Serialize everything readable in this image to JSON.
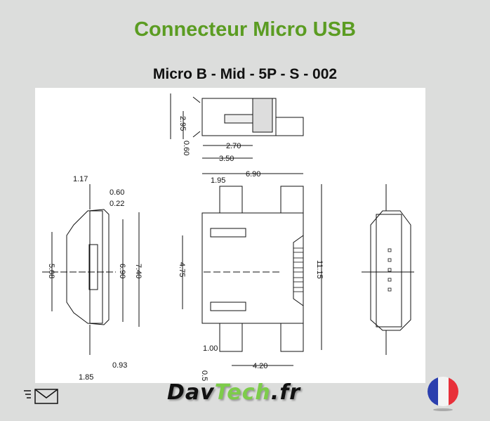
{
  "header": {
    "title": "Connecteur Micro USB",
    "subtitle": "Micro B - Mid - 5P - S - 002"
  },
  "drawing": {
    "top_view": {
      "d_295": "2.95",
      "d_060": "0.60",
      "d_270": "2.70",
      "d_350": "3.50"
    },
    "left_view": {
      "d_117": "1.17",
      "d_060": "0.60",
      "d_022": "0.22",
      "d_508": "5.08",
      "d_690": "6.90",
      "d_740": "7.40",
      "d_093": "0.93",
      "d_185": "1.85"
    },
    "front_view": {
      "d_690": "6.90",
      "d_195": "1.95",
      "d_1115": "11.15",
      "d_475": "4.75",
      "d_100": "1.00",
      "d_420": "4.20",
      "d_05": "0.5"
    }
  },
  "footer": {
    "logo_part1": "Dav",
    "logo_part2": "Tech",
    "logo_part3": ".fr",
    "mail_icon": "mail-icon",
    "flag_icon": "france-flag-icon"
  },
  "colors": {
    "title": "#5b9c22",
    "logo_accent": "#7dcc4a",
    "background": "#dcdddc"
  }
}
